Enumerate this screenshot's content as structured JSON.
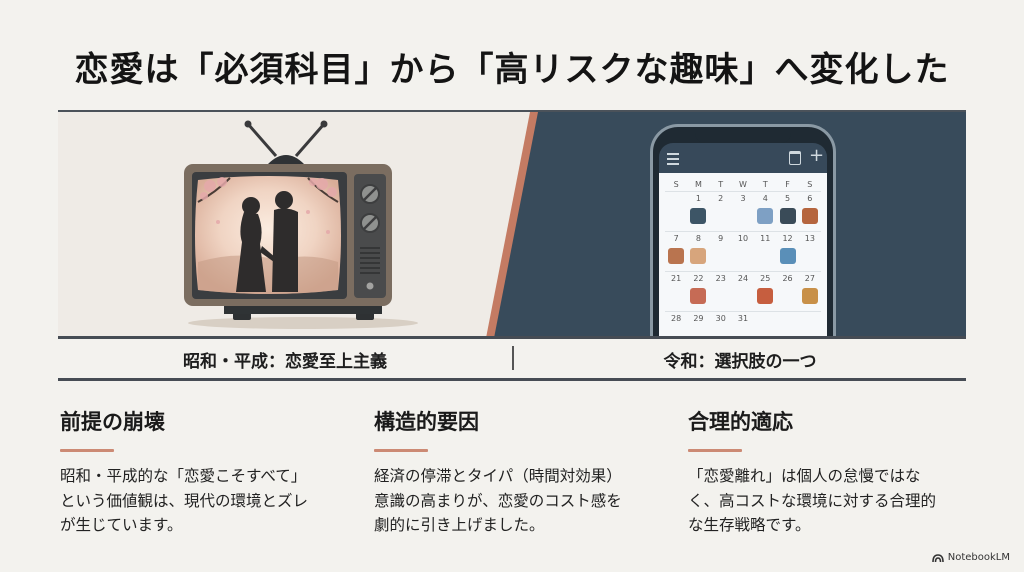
{
  "slide": {
    "title": "恋愛は「必須科目」から「高リスクな趣味」へ変化した",
    "colors": {
      "background": "#f3f2ee",
      "left_panel": "#efebe6",
      "right_panel": "#384b5b",
      "accent_stripe": "#c47b63",
      "underline_accent": "#cc8a74",
      "rule": "#464c54"
    }
  },
  "hero": {
    "left_illustration": "retro-tv-couple-under-cherry-blossoms",
    "right_illustration": "smartphone-calendar-with-activity-icons",
    "calendar": {
      "weekday_headers": [
        "S",
        "M",
        "T",
        "W",
        "T",
        "F",
        "S"
      ],
      "rows": [
        [
          "",
          "1",
          "2",
          "3",
          "4",
          "5",
          "6"
        ],
        [
          "7",
          "8",
          "9",
          "10",
          "11",
          "12",
          "13"
        ],
        [
          "21",
          "22",
          "23",
          "24",
          "25",
          "26",
          "27"
        ],
        [
          "28",
          "29",
          "30",
          "31",
          "",
          "",
          ""
        ]
      ],
      "toolbar_icons": [
        "menu-icon",
        "calendar-icon",
        "plus-icon"
      ]
    }
  },
  "eras": {
    "left": "昭和・平成：恋愛至上主義",
    "right": "令和：選択肢の一つ"
  },
  "columns": [
    {
      "heading": "前提の崩壊",
      "lines": [
        "昭和・平成的な「恋愛こそすべて」",
        "という価値観は、現代の環境とズレ",
        "が生じています。"
      ]
    },
    {
      "heading": "構造的要因",
      "lines": [
        "経済の停滞とタイパ（時間対効果）",
        "意識の高まりが、恋愛のコスト感を",
        "劇的に引き上げました。"
      ]
    },
    {
      "heading": "合理的適応",
      "lines": [
        "「恋愛離れ」は個人の怠慢ではな",
        "く、高コストな環境に対する合理的",
        "な生存戦略です。"
      ]
    }
  ],
  "footer": {
    "brand": "NotebookLM"
  }
}
